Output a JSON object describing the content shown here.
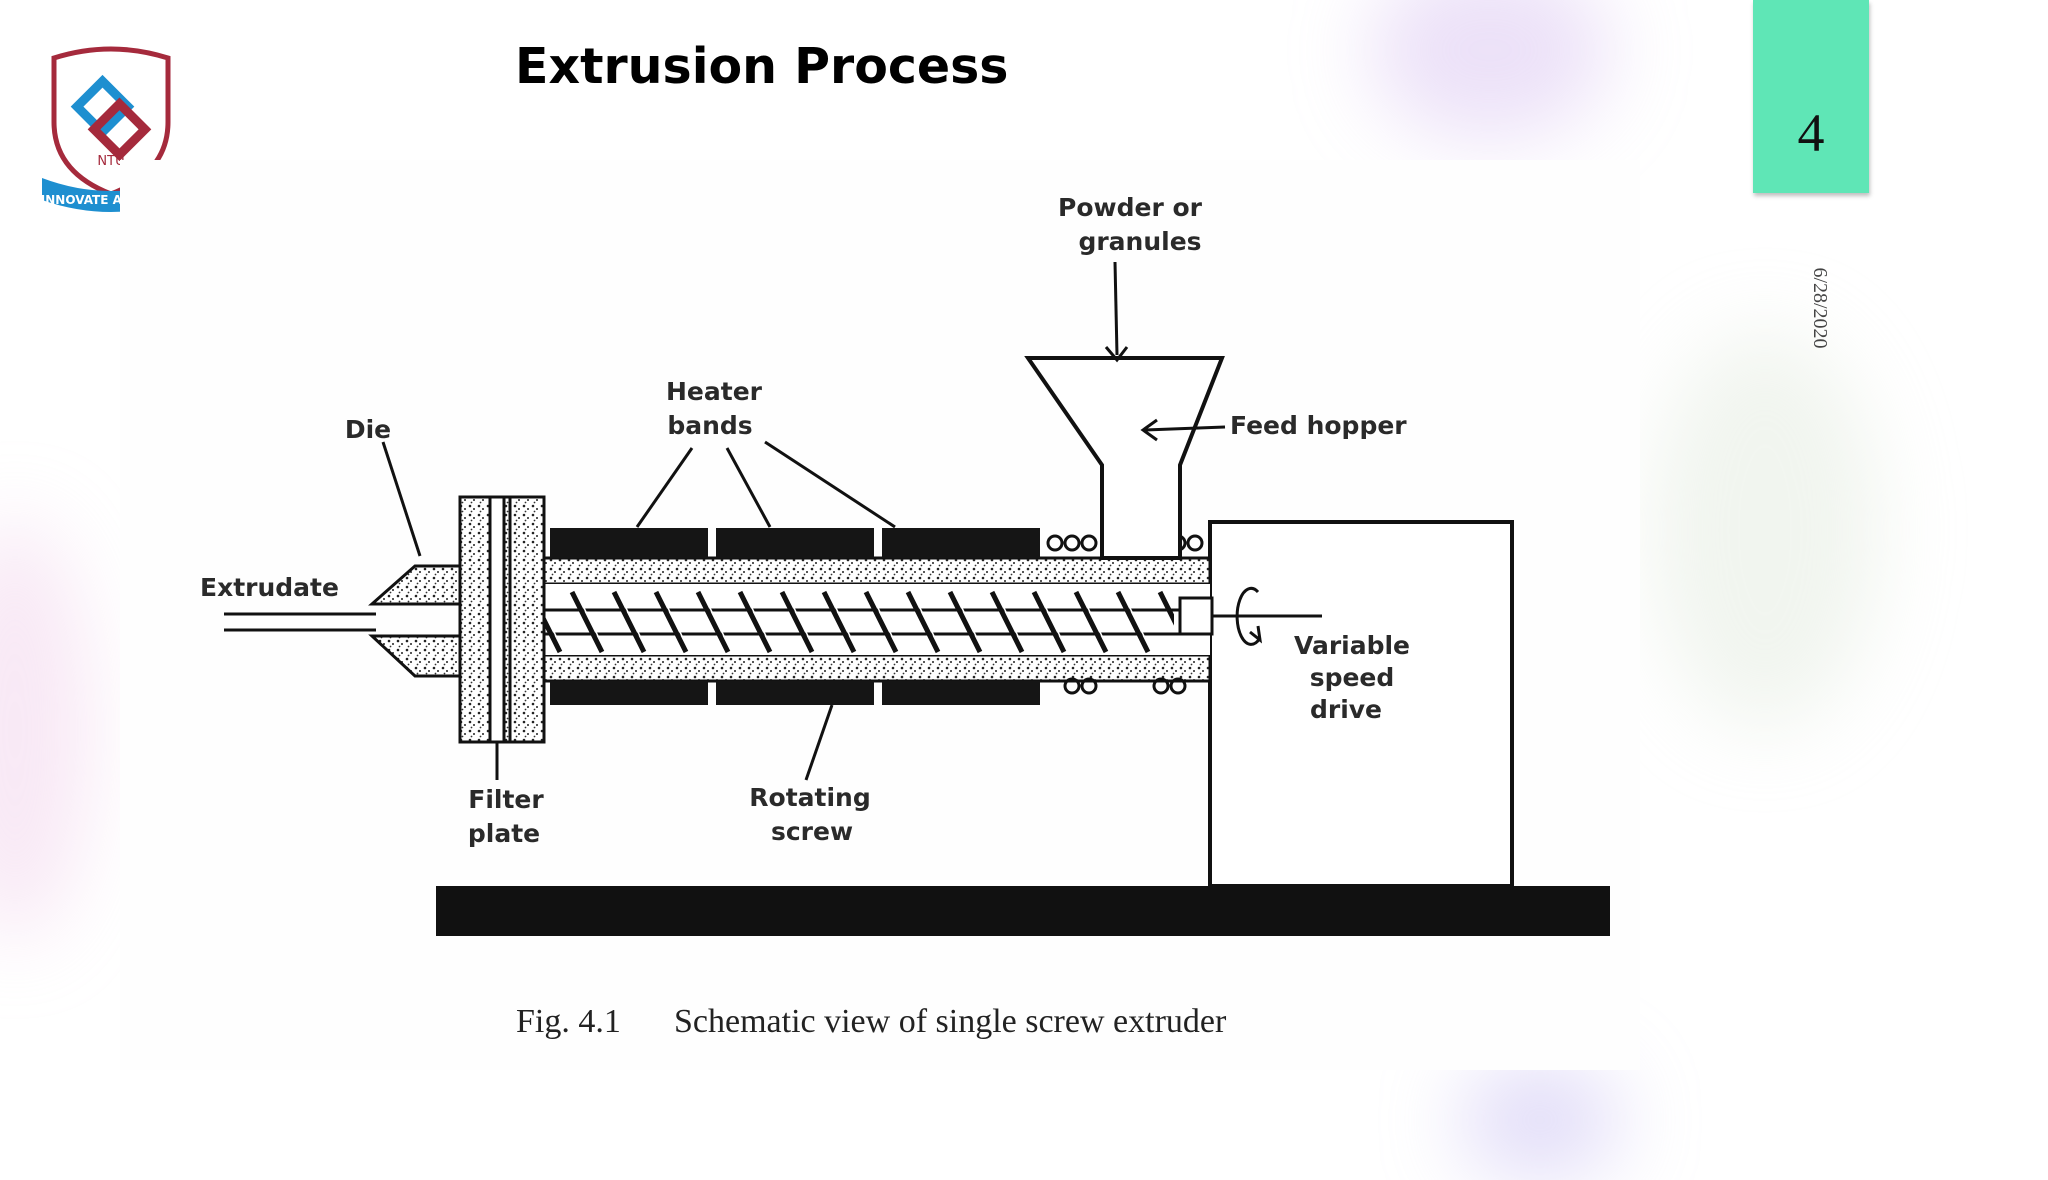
{
  "slide": {
    "title": "Extrusion Process",
    "number": "4",
    "date": "6/28/2020",
    "logo": {
      "initials": "NTU",
      "motto": "INNOVATE AND LEAD"
    },
    "accent_color": "#5fe6b6"
  },
  "diagram": {
    "labels": {
      "powder": [
        "Powder or",
        "granules"
      ],
      "heater": [
        "Heater",
        "bands"
      ],
      "die": "Die",
      "feed_hopper": "Feed hopper",
      "extrudate": "Extrudate",
      "drive": [
        "Variable",
        "speed",
        "drive"
      ],
      "filter": [
        "Filter",
        "plate"
      ],
      "screw": [
        "Rotating",
        "screw"
      ]
    },
    "caption": {
      "number": "Fig. 4.1",
      "text": "Schematic view of single screw extruder"
    }
  }
}
